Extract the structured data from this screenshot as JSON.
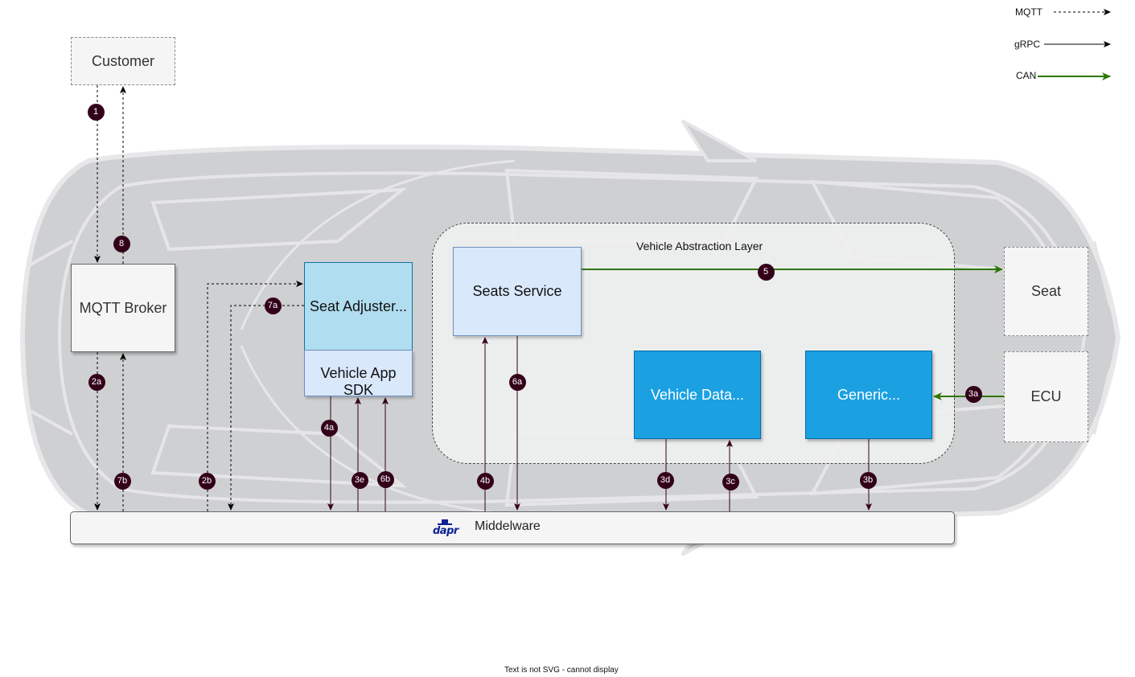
{
  "legend": {
    "mqtt": "MQTT",
    "grpc": "gRPC",
    "can": "CAN"
  },
  "nodes": {
    "customer": "Customer",
    "mqtt_broker": "MQTT Broker",
    "seat_adjuster": "Seat Adjuster...",
    "vehicle_app_sdk": "Vehicle App SDK",
    "val_title": "Vehicle Abstraction Layer",
    "seats_service": "Seats Service",
    "vehicle_data": "Vehicle Data...",
    "generic": "Generic...",
    "seat": "Seat",
    "ecu": "ECU",
    "middleware": "Middelware",
    "dapr_logo": "dapr"
  },
  "steps": {
    "s1": "1",
    "s2a": "2a",
    "s2b": "2b",
    "s3a": "3a",
    "s3b": "3b",
    "s3c": "3c",
    "s3d": "3d",
    "s3e": "3e",
    "s4a": "4a",
    "s4b": "4b",
    "s5": "5",
    "s6a": "6a",
    "s6b": "6b",
    "s7a": "7a",
    "s7b": "7b",
    "s8": "8"
  },
  "colors": {
    "mqtt_line": "#000000",
    "grpc_line": "#33001a",
    "can_line": "#2d7600",
    "badge": "#33001a",
    "blue_box": "#1ba1e2",
    "light_blue": "#dae8fc",
    "app_top": "#b1ddf0"
  },
  "footer": "Text is not SVG - cannot display"
}
